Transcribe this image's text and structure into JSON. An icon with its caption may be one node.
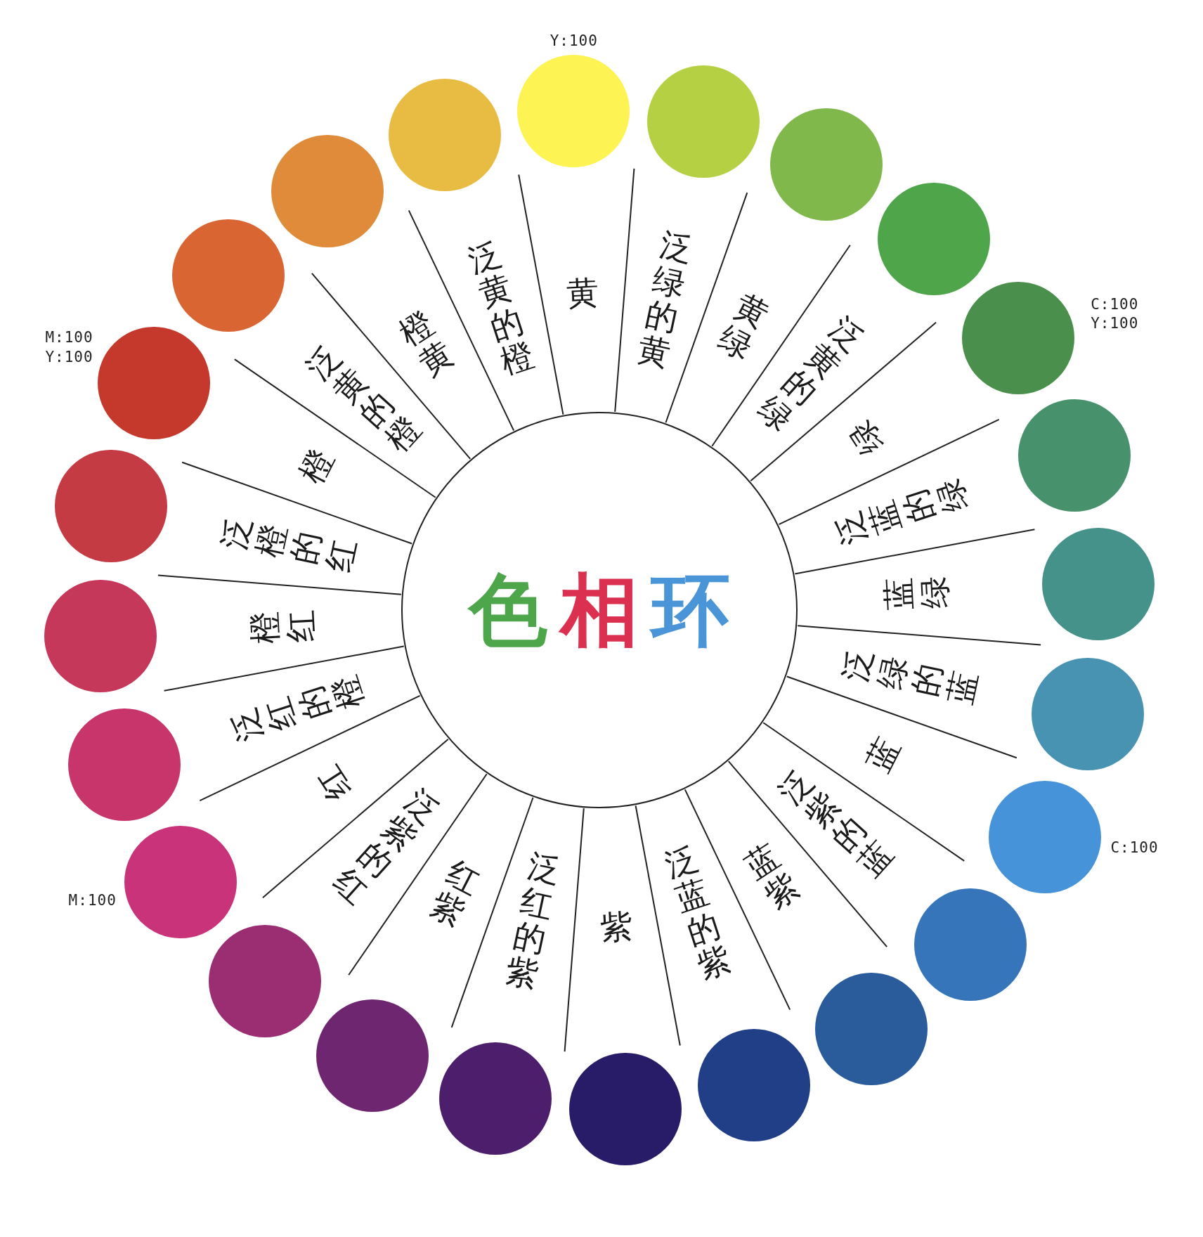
{
  "diagram": {
    "nodes": [
      {
        "text": [
          "色相环"
        ]
      },
      {
        "text": [],
        "shape": "circle",
        "beside": [
          "Y:100"
        ]
      },
      {
        "text": [],
        "shape": "circle"
      },
      {
        "text": [],
        "shape": "circle"
      },
      {
        "text": [],
        "shape": "circle"
      },
      {
        "text": [],
        "shape": "circle",
        "beside": [
          "C:100 Y:100"
        ]
      },
      {
        "text": [],
        "shape": "circle"
      },
      {
        "text": [],
        "shape": "circle"
      },
      {
        "text": [],
        "shape": "circle"
      },
      {
        "text": [],
        "shape": "circle",
        "beside": [
          "C:100"
        ]
      },
      {
        "text": [],
        "shape": "circle"
      },
      {
        "text": [],
        "shape": "circle"
      },
      {
        "text": [],
        "shape": "circle"
      },
      {
        "text": [],
        "shape": "circle"
      },
      {
        "text": [],
        "shape": "circle"
      },
      {
        "text": [],
        "shape": "circle"
      },
      {
        "text": [],
        "shape": "circle"
      },
      {
        "text": [],
        "shape": "circle",
        "beside": [
          "M:100"
        ]
      },
      {
        "text": [],
        "shape": "circle"
      },
      {
        "text": [],
        "shape": "circle"
      },
      {
        "text": [],
        "shape": "circle"
      },
      {
        "text": [],
        "shape": "circle",
        "beside": [
          "M:100 Y:100"
        ]
      },
      {
        "text": [],
        "shape": "circle"
      },
      {
        "text": [],
        "shape": "circle"
      },
      {
        "text": [],
        "shape": "circle"
      }
    ],
    "labels": [
      "黄",
      "泛绿的黄",
      "黄绿",
      "泛黄的绿",
      "绿",
      "泛蓝的绿",
      "蓝绿",
      "泛绿的蓝",
      "蓝",
      "泛紫的蓝",
      "蓝紫",
      "泛蓝的紫",
      "紫",
      "泛红的紫",
      "红紫",
      "泛紫的红",
      "红",
      "泛红的橙",
      "橙红",
      "泛橙的红",
      "橙",
      "泛黄的橙",
      "橙黄",
      "泛黄的橙"
    ]
  }
}
